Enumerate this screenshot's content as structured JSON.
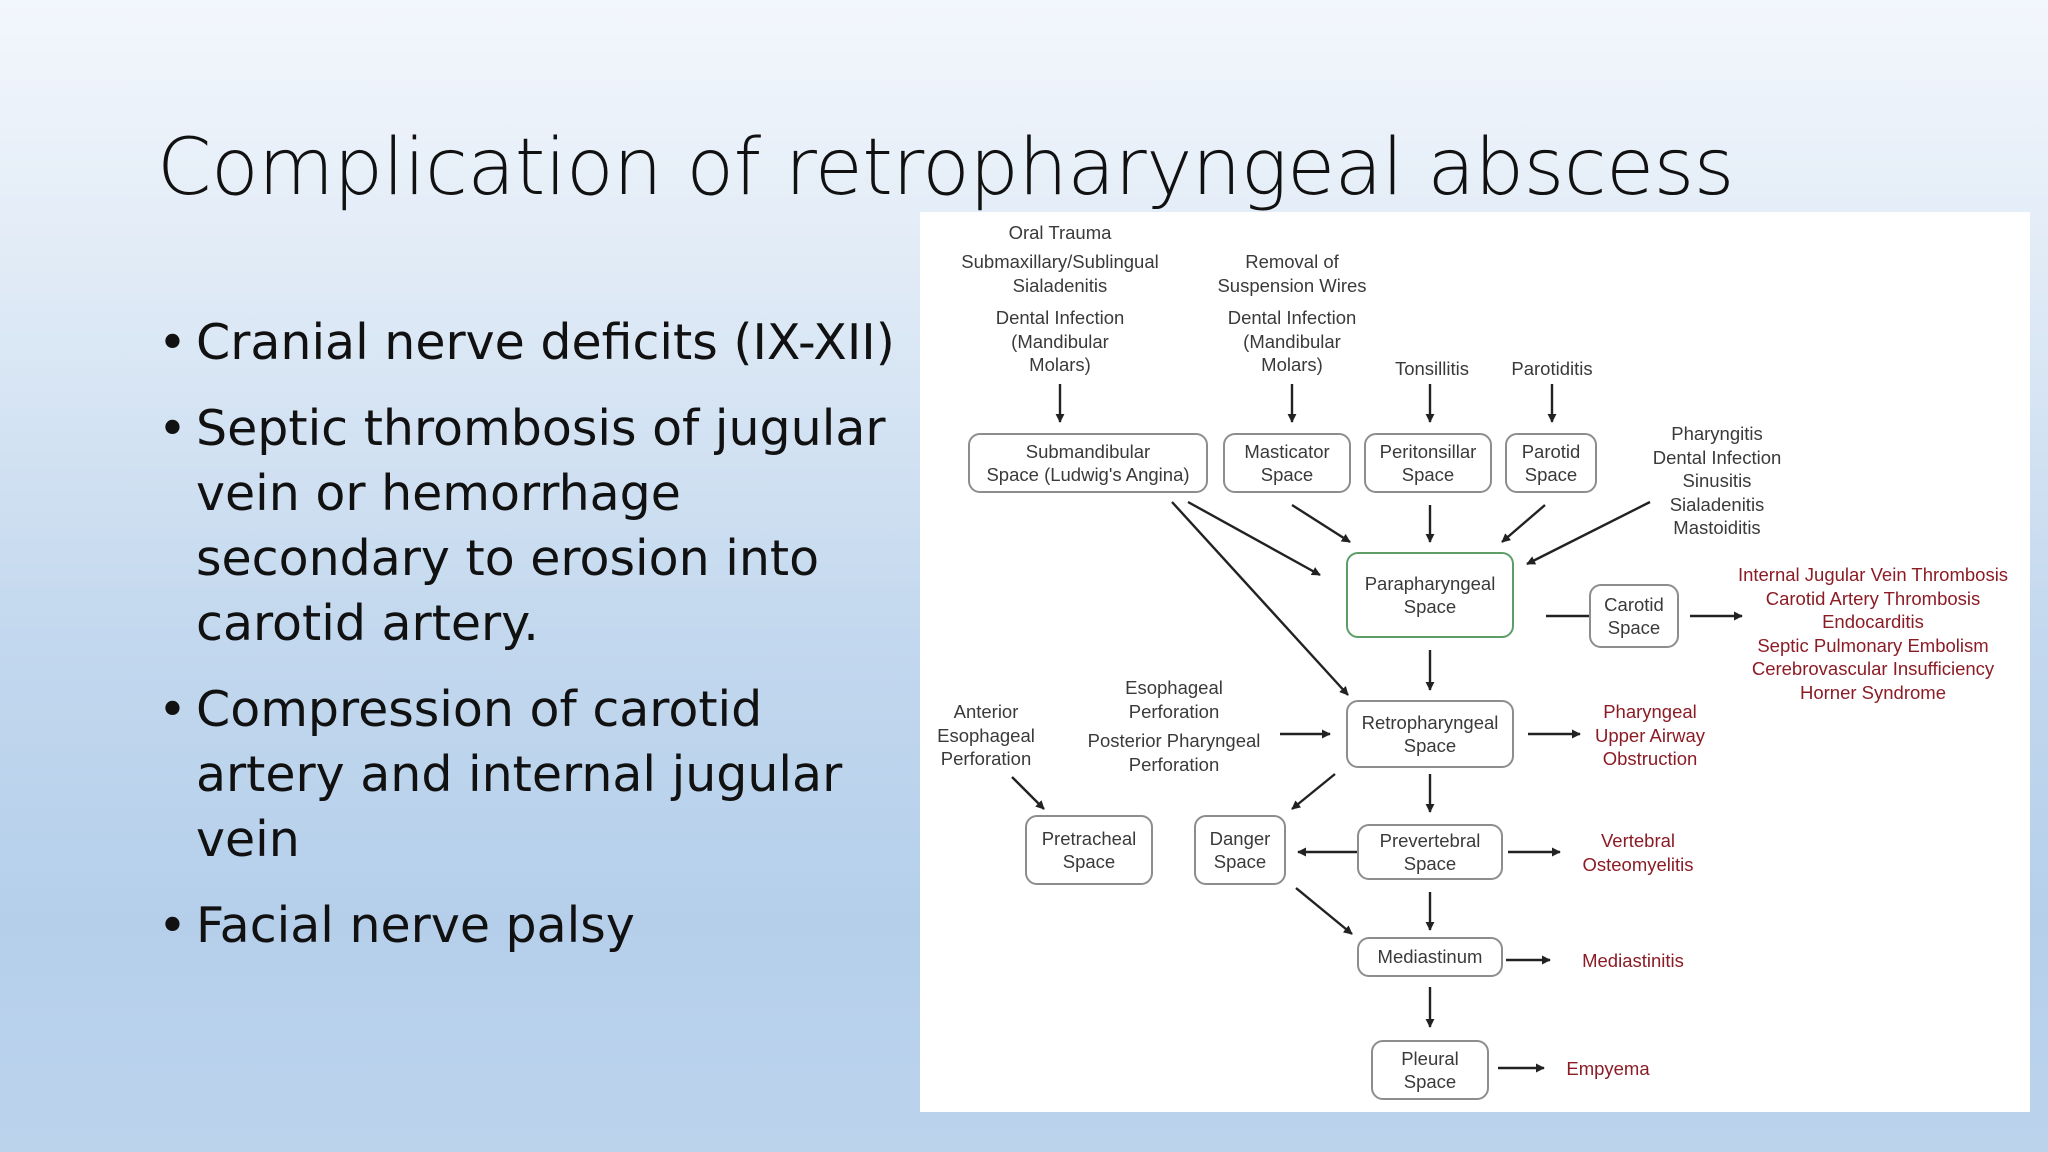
{
  "slide": {
    "title": "Complication of retropharyngeal abscess",
    "bullets": [
      "Cranial nerve deficits (IX-XII)",
      "Septic thrombosis of jugular vein or hemorrhage secondary to erosion into carotid artery.",
      "Compression of carotid artery and internal jugular vein",
      "Facial nerve palsy"
    ],
    "bullet_symbol": "•"
  },
  "diagram": {
    "colors": {
      "box_border": "#8d8d8d",
      "green_border": "#5d9e68",
      "text": "#3a3a3a",
      "red_text": "#8b1c26",
      "arrow": "#222222"
    },
    "labels": {
      "oral_trauma": "Oral Trauma",
      "submaxillary": "Submaxillary/Sublingual\nSialadenitis",
      "dental_mandibular_1": "Dental Infection\n(Mandibular\nMolars)",
      "removal_wires": "Removal of\nSuspension Wires",
      "dental_mandibular_2": "Dental Infection\n(Mandibular\nMolars)",
      "tonsillitis": "Tonsillitis",
      "parotiditis": "Parotiditis",
      "pharyngitis_list": "Pharyngitis\nDental Infection\nSinusitis\nSialadenitis\nMastoiditis",
      "anterior_esophageal": "Anterior\nEsophageal\nPerforation",
      "esophageal_perforation": "Esophageal\nPerforation",
      "posterior_pharyngeal": "Posterior Pharyngeal\nPerforation"
    },
    "boxes": {
      "submandibular": "Submandibular\nSpace (Ludwig's Angina)",
      "masticator": "Masticator\nSpace",
      "peritonsillar": "Peritonsillar\nSpace",
      "parotid": "Parotid\nSpace",
      "parapharyngeal": "Parapharyngeal\nSpace",
      "carotid": "Carotid\nSpace",
      "retropharyngeal": "Retropharyngeal\nSpace",
      "pretracheal": "Pretracheal\nSpace",
      "danger": "Danger\nSpace",
      "prevertebral": "Prevertebral\nSpace",
      "mediastinum": "Mediastinum",
      "pleural": "Pleural\nSpace"
    },
    "outcomes": {
      "carotid_complications": "Internal Jugular Vein Thrombosis\nCarotid Artery Thrombosis\nEndocarditis\nSeptic Pulmonary Embolism\nCerebrovascular Insufficiency\nHorner Syndrome",
      "airway": "Pharyngeal\nUpper Airway\nObstruction",
      "vertebral": "Vertebral\nOsteomyelitis",
      "mediastinitis": "Mediastinitis",
      "empyema": "Empyema"
    }
  }
}
